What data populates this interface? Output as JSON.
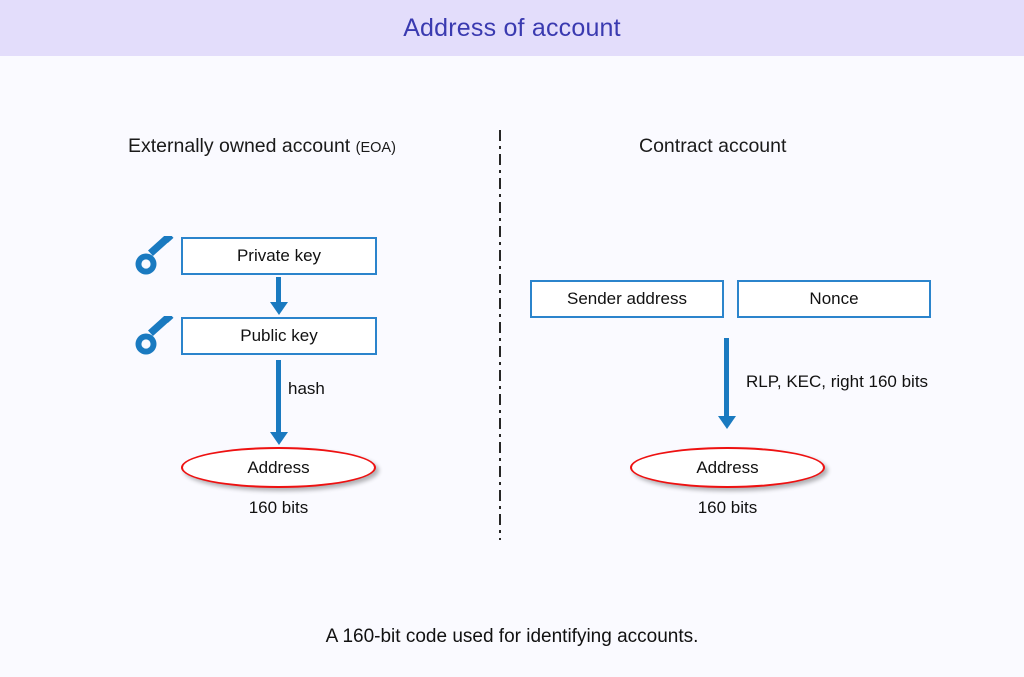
{
  "header": {
    "title": "Address of account",
    "bar_color": "#e3ddfb",
    "title_color": "#3a3ab0"
  },
  "canvas": {
    "background_color": "#fafaff",
    "box_border_color": "#2b84cc",
    "arrow_color": "#1a7ac0",
    "ellipse_border_color": "#ee1111",
    "key_icon_color": "#1a7ac0",
    "divider_color": "#262626"
  },
  "left_column": {
    "heading_main": "Externally owned account",
    "heading_sub": "(EOA)",
    "key_icon_1": "key-icon",
    "key_icon_2": "key-icon",
    "box_private_key": "Private key",
    "box_public_key": "Public key",
    "arrow_label_hash": "hash",
    "ellipse_address": "Address",
    "bits_label": "160 bits"
  },
  "right_column": {
    "heading_main": "Contract account",
    "box_sender_address": "Sender address",
    "box_nonce": "Nonce",
    "arrow_label_transform": "RLP, KEC, right 160 bits",
    "ellipse_address": "Address",
    "bits_label": "160 bits"
  },
  "caption": "A 160-bit code used for identifying accounts."
}
